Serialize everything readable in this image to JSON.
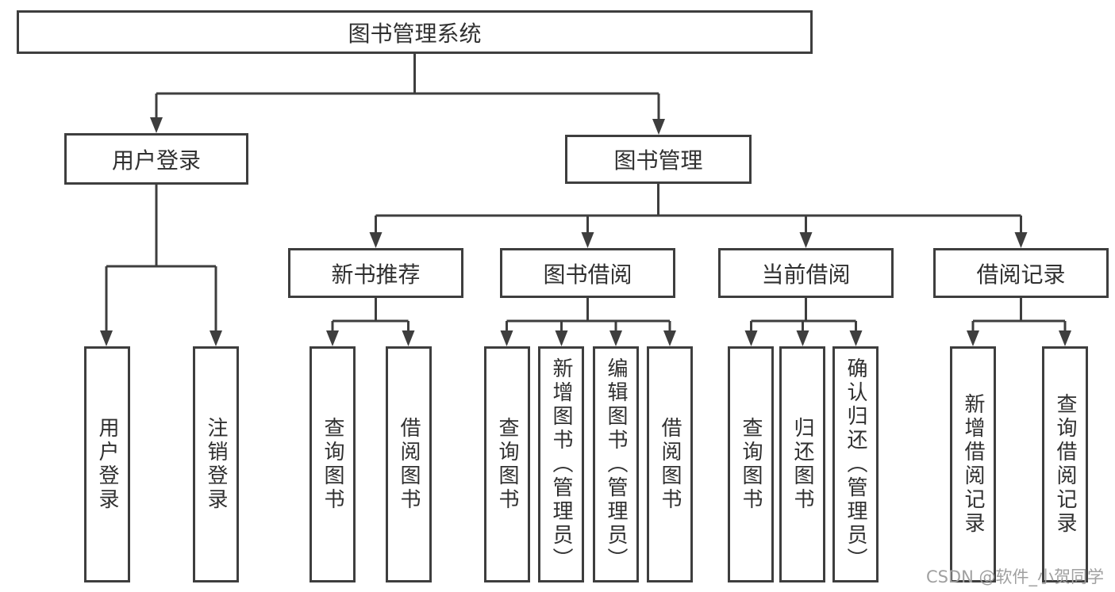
{
  "tree": {
    "label": "图书管理系统",
    "children": [
      {
        "label": "用户登录",
        "children": [
          {
            "label": "用户登录"
          },
          {
            "label": "注销登录"
          }
        ]
      },
      {
        "label": "图书管理",
        "children": [
          {
            "label": "新书推荐",
            "children": [
              {
                "label": "查询图书"
              },
              {
                "label": "借阅图书"
              }
            ]
          },
          {
            "label": "图书借阅",
            "children": [
              {
                "label": "查询图书"
              },
              {
                "label": "新增图书（管理员）"
              },
              {
                "label": "编辑图书（管理员）"
              },
              {
                "label": "借阅图书"
              }
            ]
          },
          {
            "label": "当前借阅",
            "children": [
              {
                "label": "查询图书"
              },
              {
                "label": "归还图书"
              },
              {
                "label": "确认归还（管理员）"
              }
            ]
          },
          {
            "label": "借阅记录",
            "children": [
              {
                "label": "新增借阅记录"
              },
              {
                "label": "查询借阅记录"
              }
            ]
          }
        ]
      }
    ]
  },
  "watermark": {
    "text": "CSDN @软件_小贺同学"
  },
  "colors": {
    "line": "#3e3e3e",
    "box_border": "#3e3e3e",
    "text": "#303030",
    "watermark": "#a0a0a0",
    "background": "#ffffff"
  }
}
